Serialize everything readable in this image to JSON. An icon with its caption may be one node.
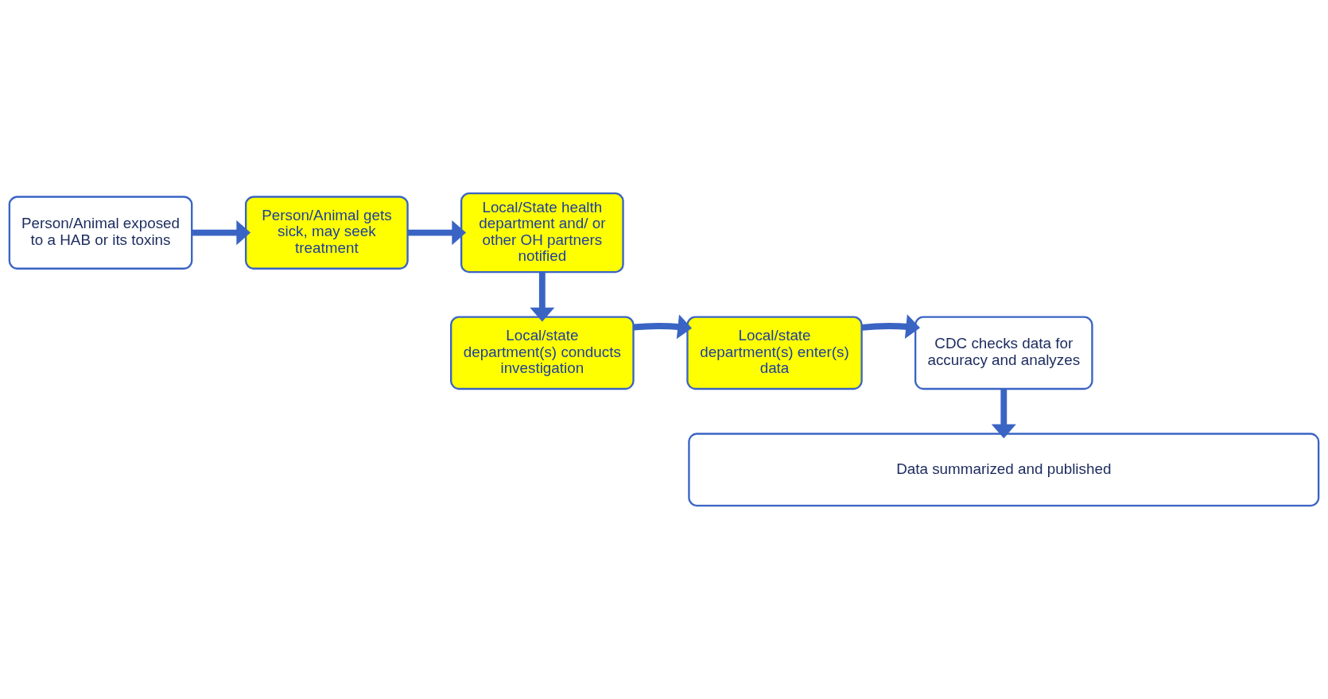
{
  "diagram": {
    "nodes": [
      {
        "text": [
          "Person/Animal exposed to a HAB or its toxins"
        ]
      },
      {
        "text": [
          "Person/Animal gets sick, may seek treatment"
        ]
      },
      {
        "text": [
          "Local/State health department and/ or other OH partners notified"
        ]
      },
      {
        "text": [
          "Local/state department(s) conducts investigation"
        ]
      },
      {
        "text": [
          "Local/state department(s) enter(s) data"
        ]
      },
      {
        "text": [
          "CDC checks data for accuracy and analyzes"
        ]
      },
      {
        "text": [
          "Data summarized and published"
        ]
      }
    ],
    "edges": [
      {
        "from": 0,
        "to": 1,
        "arrow": "to"
      },
      {
        "from": 1,
        "to": 2,
        "arrow": "to"
      },
      {
        "from": 2,
        "to": 3,
        "arrow": "to"
      },
      {
        "from": 3,
        "to": 4,
        "arrow": "to"
      },
      {
        "from": 4,
        "to": 5,
        "arrow": "to"
      },
      {
        "from": 5,
        "to": 6,
        "arrow": "to"
      }
    ]
  }
}
